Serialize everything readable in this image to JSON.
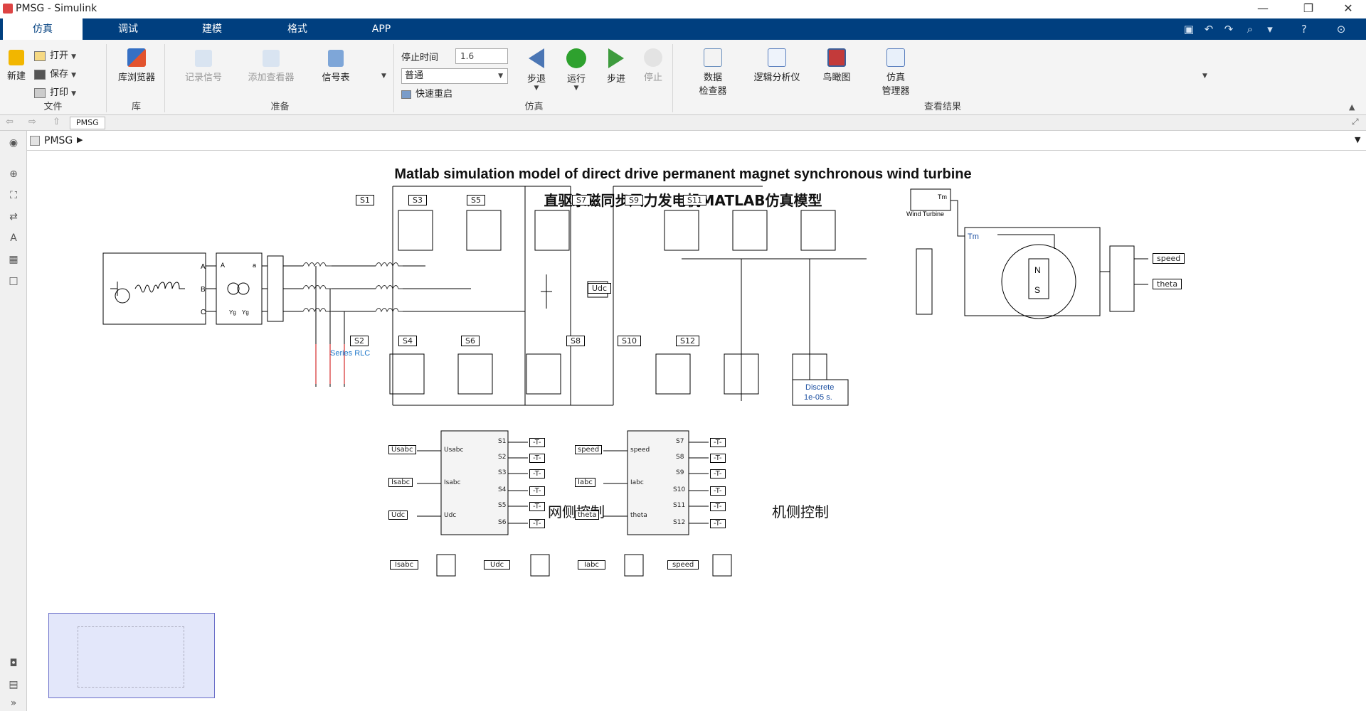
{
  "window": {
    "title": "PMSG - Simulink"
  },
  "tabs": [
    {
      "label": "仿真",
      "active": true
    },
    {
      "label": "调试"
    },
    {
      "label": "建模"
    },
    {
      "label": "格式"
    },
    {
      "label": "APP"
    }
  ],
  "ribbon": {
    "file": {
      "new_label": "新建",
      "open_label": "打开",
      "save_label": "保存",
      "print_label": "打印",
      "group_label": "文件"
    },
    "library": {
      "browser_label": "库浏览器",
      "group_label": "库"
    },
    "prepare": {
      "record_label": "记录信号",
      "add_viewer_label": "添加查看器",
      "signal_table_label": "信号表",
      "group_label": "准备"
    },
    "simulate": {
      "stop_time_label": "停止时间",
      "stop_time_value": "1.6",
      "mode_value": "普通",
      "fast_restart_label": "快速重启",
      "step_back_label": "步退",
      "run_label": "运行",
      "step_forward_label": "步进",
      "stop_label": "停止",
      "group_label": "仿真"
    },
    "results": {
      "data_inspector_label_1": "数据",
      "data_inspector_label_2": "检查器",
      "logic_analyzer_label": "逻辑分析仪",
      "bird_eye_label": "鸟瞰图",
      "sim_manager_label_1": "仿真",
      "sim_manager_label_2": "管理器",
      "group_label": "查看结果"
    }
  },
  "nav": {
    "tab_label": "PMSG",
    "breadcrumb": "PMSG"
  },
  "diagram": {
    "title": "Matlab simulation model of direct drive permanent magnet synchronous wind turbine",
    "subtitle": "直驱永磁同步风力发电机MATLAB仿真模型",
    "grid_control_label": "网侧控制",
    "gen_control_label": "机侧控制",
    "series_rlc_label": "Series RLC",
    "wind_turbine_label": "Wind Turbine",
    "discrete_line1": "Discrete",
    "discrete_line2": "1e-05 s.",
    "gate_tags_top_left": [
      "S1",
      "S3",
      "S5"
    ],
    "gate_tags_bottom_left": [
      "S2",
      "S4",
      "S6"
    ],
    "gate_tags_top_right": [
      "S7",
      "S9",
      "S11"
    ],
    "gate_tags_bottom_right": [
      "S8",
      "S10",
      "S12"
    ],
    "udc_tag": "Udc",
    "speed_tag": "speed",
    "theta_tag": "theta",
    "tm_label": "Tm",
    "grid_ctrl_inputs": [
      "Usabc",
      "Isabc",
      "Udc"
    ],
    "grid_ctrl_outputs": [
      "S1",
      "S2",
      "S3",
      "S4",
      "S5",
      "S6"
    ],
    "gen_ctrl_inputs": [
      "speed",
      "Iabc",
      "theta"
    ],
    "gen_ctrl_outputs": [
      "S7",
      "S8",
      "S9",
      "S10",
      "S11",
      "S12"
    ],
    "scope_tags": [
      "Isabc",
      "Udc",
      "Iabc",
      "speed"
    ],
    "goto_tag_symbol": "-T-"
  }
}
